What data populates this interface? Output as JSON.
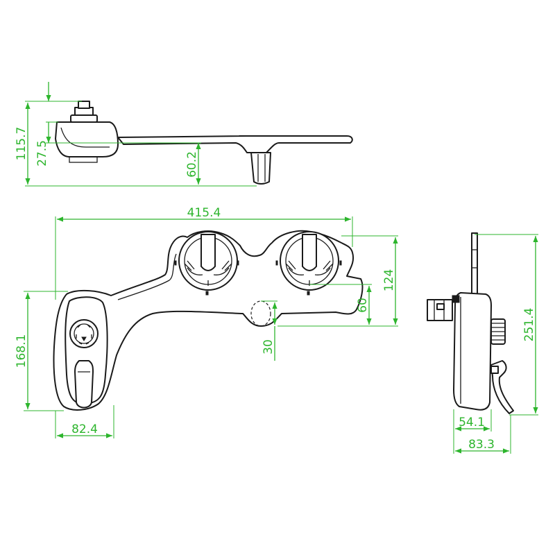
{
  "colors": {
    "dimension": "#2db52d",
    "outline": "#1a1a1a",
    "background": "#ffffff"
  },
  "dimensions": {
    "top_overall_height": "115.7",
    "top_knob_height": "27.5",
    "top_nozzle_depth": "60.2",
    "plan_total_length": "415.4",
    "plan_control_height": "168.1",
    "plan_control_width": "82.4",
    "plan_bracket_depth": "124",
    "plan_nozzle_offset": "60",
    "plan_nozzle_width": "30",
    "side_total_height": "251.4",
    "side_body_depth": "54.1",
    "side_overall_depth": "83.3"
  }
}
